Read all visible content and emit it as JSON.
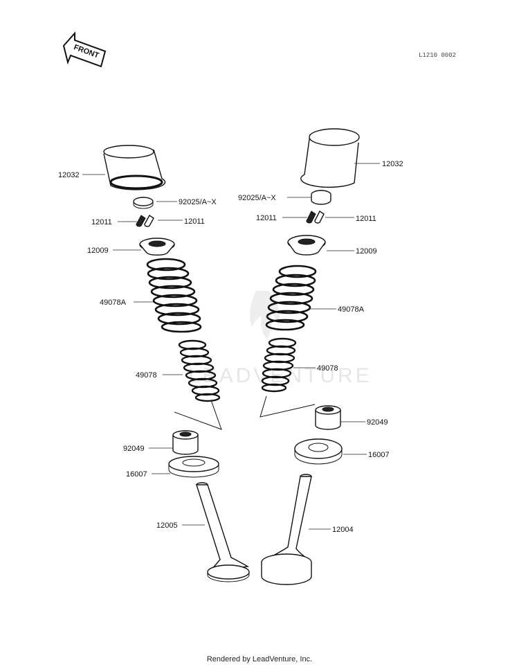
{
  "header": {
    "front_label": "FRONT",
    "diagram_code": "L1210 0002"
  },
  "watermark": "LEADVENTURE",
  "callouts": {
    "tappet_left": "12032",
    "tappet_right": "12032",
    "shim_left": "92025/A~X",
    "shim_right": "92025/A~X",
    "cotter_left_a": "12011",
    "cotter_left_b": "12011",
    "cotter_right_a": "12011",
    "cotter_right_b": "12011",
    "retainer_left": "12009",
    "retainer_right": "12009",
    "outer_spring_left": "49078A",
    "outer_spring_right": "49078A",
    "inner_spring_left": "49078",
    "inner_spring_right": "49078",
    "stem_seal_left": "92049",
    "stem_seal_right": "92049",
    "spring_seat_left": "16007",
    "spring_seat_right": "16007",
    "exhaust_valve": "12005",
    "intake_valve": "12004"
  },
  "footer": "Rendered by LeadVenture, Inc."
}
